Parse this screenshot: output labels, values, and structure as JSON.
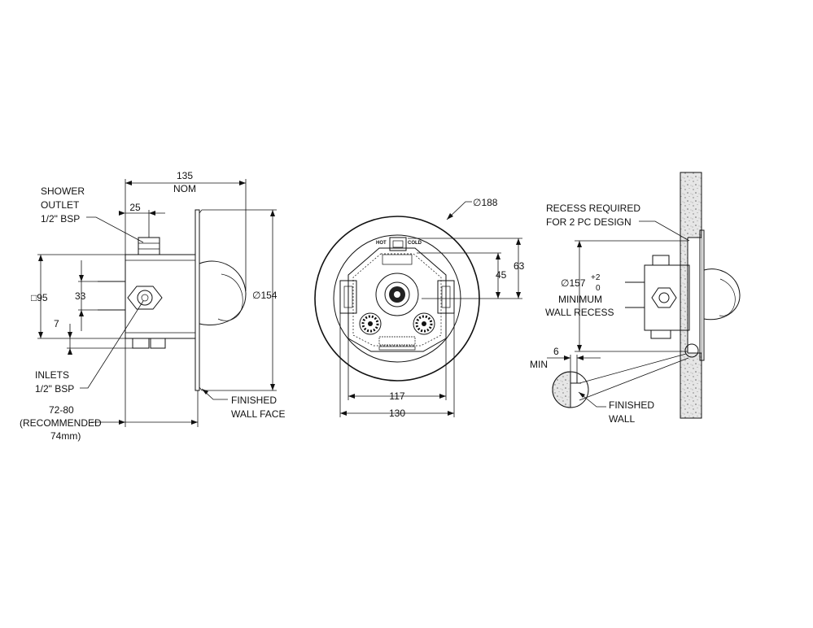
{
  "side_view": {
    "shower_outlet": [
      "SHOWER",
      "OUTLET",
      "1/2\" BSP"
    ],
    "overall_depth": [
      "135",
      "NOM"
    ],
    "outlet_offset": "25",
    "body_square": "□95",
    "inlet_spacing": "33",
    "inlet_offset": "7",
    "flange_diameter": "∅154",
    "inlets": [
      "INLETS",
      "1/2\" BSP"
    ],
    "install_depth": [
      "72-80",
      "(RECOMMENDED",
      "74mm)"
    ],
    "finished_wall_face": [
      "FINISHED",
      "WALL FACE"
    ]
  },
  "front_view": {
    "cover_diameter": "∅188",
    "hot_label": "HOT",
    "cold_label": "COLD",
    "height_upper": "63",
    "height_lower": "45",
    "width_inner": "117",
    "width_outer": "130"
  },
  "wall_view": {
    "recess_note": [
      "RECESS REQUIRED",
      "FOR 2 PC DESIGN"
    ],
    "recess_diameter": "∅157",
    "tol_upper": "+2",
    "tol_lower": "0",
    "recess_label": [
      "MINIMUM",
      "WALL RECESS"
    ],
    "min_gap": [
      "6",
      "MIN"
    ],
    "finished_wall": [
      "FINISHED",
      "WALL"
    ]
  }
}
